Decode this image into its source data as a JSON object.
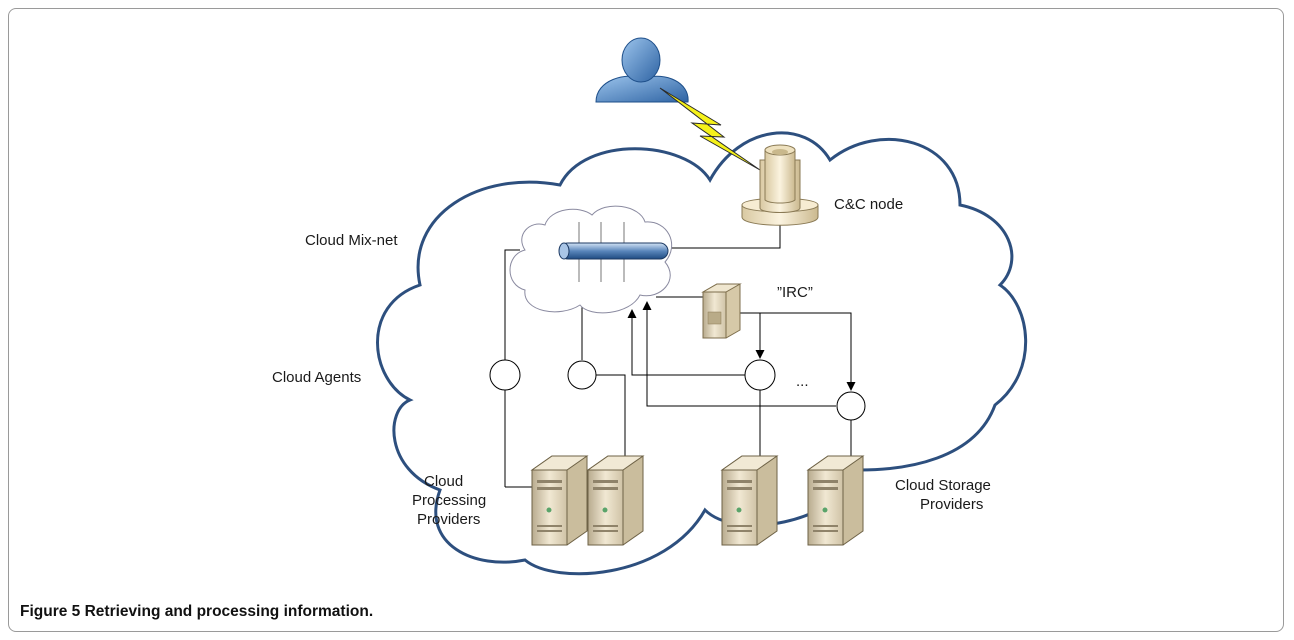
{
  "labels": {
    "cc_node": "C&C node",
    "mixnet": "Cloud Mix-net",
    "irc": "”IRC”",
    "agents": "Cloud Agents",
    "ellipsis": "...",
    "processing": [
      "Cloud",
      "Processing",
      "Providers"
    ],
    "storage": [
      "Cloud Storage",
      "Providers"
    ]
  },
  "caption": {
    "figure": "Figure 5",
    "text": "Retrieving and processing information."
  },
  "colors": {
    "cloud_outline": "#2d4f7e",
    "bolt": "#f5f11a",
    "user": "#4a86c8",
    "server": "#e2d7bd",
    "tower": "#f1e5c8"
  }
}
